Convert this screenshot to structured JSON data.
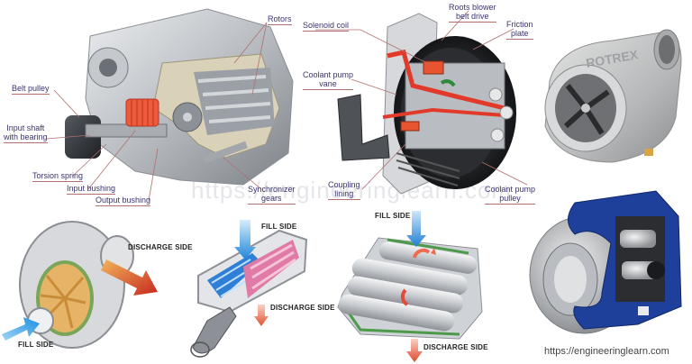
{
  "watermark": "https://engineeringlearn.com",
  "footer_url": "https://engineeringlearn.com",
  "panels": {
    "screw_supercharger": {
      "labels": {
        "rotors": "Rotors",
        "belt_pulley": "Belt pulley",
        "input_shaft_1": "Input shaft",
        "input_shaft_2": "with bearing",
        "torsion_spring": "Torsion spring",
        "input_bushing": "Input bushing",
        "output_bushing": "Output bushing",
        "sync_gears_1": "Synchronizer",
        "sync_gears_2": "gears"
      }
    },
    "coolant_pump_clutch": {
      "labels": {
        "solenoid_coil": "Solenoid coil",
        "roots_blower_1": "Roots blower",
        "roots_blower_2": "belt drive",
        "friction_plate_1": "Friction",
        "friction_plate_2": "plate",
        "coolant_vane_1": "Coolant pump",
        "coolant_vane_2": "vane",
        "coupling_lining_1": "Coupling",
        "coupling_lining_2": "lining",
        "coolant_pulley_1": "Coolant pump",
        "coolant_pulley_2": "pulley"
      }
    },
    "rotrex_charger": {
      "brand": "ROTREX"
    },
    "centrifugal": {
      "discharge": "DISCHARGE SIDE",
      "fill": "FILL SIDE"
    },
    "twin_screw": {
      "fill": "FILL SIDE",
      "discharge": "DISCHARGE SIDE"
    },
    "roots": {
      "fill": "FILL SIDE",
      "discharge": "DISCHARGE SIDE"
    },
    "planetary_cutaway": {}
  },
  "colors": {
    "label_text": "#3a3470",
    "leader_line": "#b07070",
    "fill_arrow": "#2a8fe0",
    "discharge_arrow": "#d9452b",
    "cut_red": "#e23a2a",
    "blue_housing": "#1e3f9a"
  }
}
